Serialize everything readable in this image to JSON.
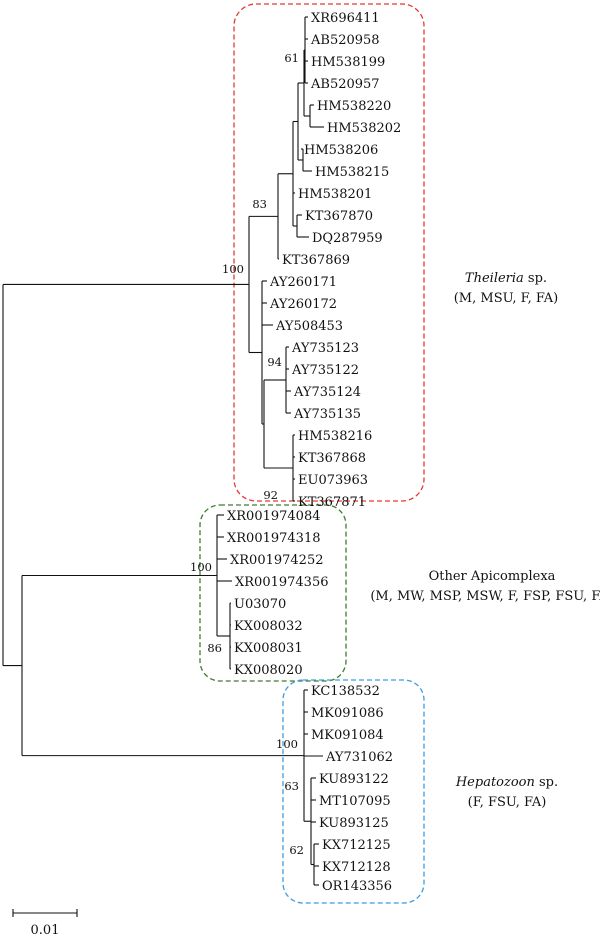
{
  "tree": {
    "taxa": [
      "XR696411",
      "AB520958",
      "HM538199",
      "AB520957",
      "HM538220",
      "HM538202",
      "HM538206",
      "HM538215",
      "HM538201",
      "KT367870",
      "DQ287959",
      "KT367869",
      "AY260171",
      "AY260172",
      "AY508453",
      "AY735123",
      "AY735122",
      "AY735124",
      "AY735135",
      "HM538216",
      "KT367868",
      "EU073963",
      "KT367871",
      "XR001974084",
      "XR001974318",
      "XR001974252",
      "XR001974356",
      "U03070",
      "KX008032",
      "KX008031",
      "KX008020",
      "KC138532",
      "MK091086",
      "MK091084",
      "AY731062",
      "KU893122",
      "MT107095",
      "KU893125",
      "KX712125",
      "KX712128",
      "OR143356"
    ],
    "bootstrap": [
      "61",
      "83",
      "100",
      "94",
      "92",
      "100",
      "86",
      "100",
      "63",
      "62"
    ],
    "clades": {
      "theileria": {
        "name": "Theileria",
        "suffix": " sp.",
        "hosts": "(M, MSU, F, FA)",
        "color": "#e53935"
      },
      "apicomplexa": {
        "name": "Other Apicomplexa",
        "hosts": "(M, MW, MSP, MSW, F, FSP, FSU, FA)",
        "color": "#3e7d2e"
      },
      "hepatozoon": {
        "name": "Hepatozoon",
        "suffix": " sp.",
        "hosts": "(F, FSU, FA)",
        "color": "#3b9de0"
      }
    },
    "scale_label": "0.01"
  }
}
